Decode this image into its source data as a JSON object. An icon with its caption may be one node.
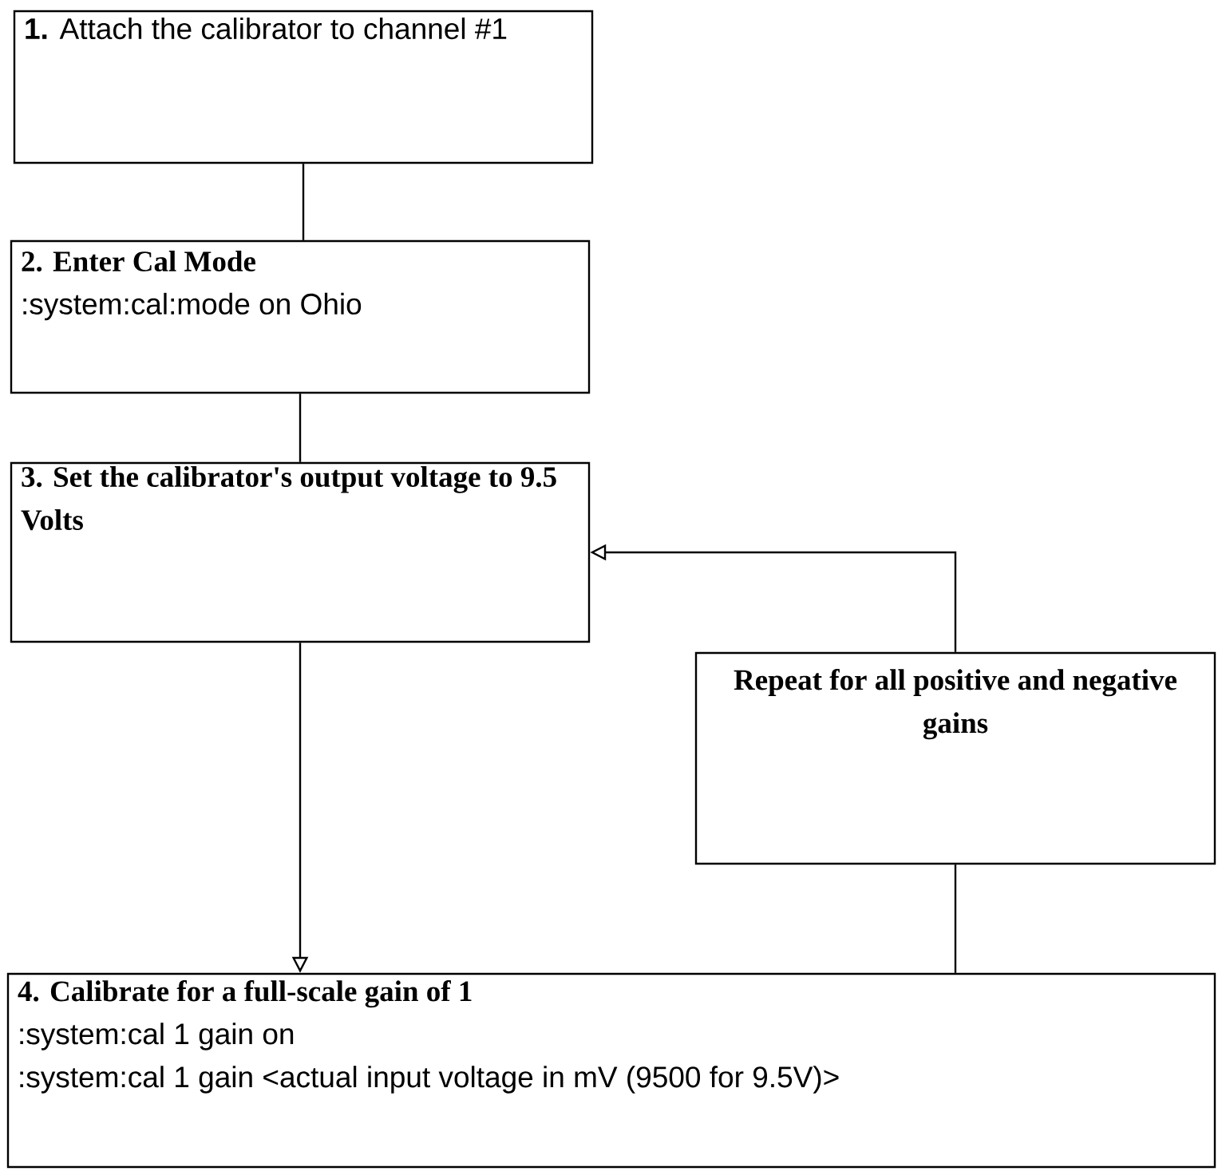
{
  "diagram": {
    "nodes": [
      {
        "text": [
          "**1.**  Attach the calibrator to channel #1"
        ]
      },
      {
        "text": [
          "2.  Enter Cal Mode",
          ":system:cal:mode on Ohio"
        ]
      },
      {
        "text": [
          "3.  Set the calibrator's output voltage to 9.5 Volts"
        ]
      },
      {
        "text": [
          "Repeat for all positive and negative gains"
        ]
      },
      {
        "text": [
          "4.  Calibrate for a full-scale gain of 1",
          ":system:cal 1 gain on",
          ":system:cal 1 gain <actual input voltage in mV (9500 for 9.5V)>"
        ]
      }
    ],
    "edges": [
      {
        "from": 0,
        "to": 1,
        "arrow": "none"
      },
      {
        "from": 1,
        "to": 2,
        "arrow": "none"
      },
      {
        "from": 2,
        "to": 4,
        "arrow": "to"
      },
      {
        "from": 3,
        "to": 2,
        "arrow": "to"
      },
      {
        "from": 3,
        "to": 4,
        "arrow": "none"
      }
    ]
  }
}
